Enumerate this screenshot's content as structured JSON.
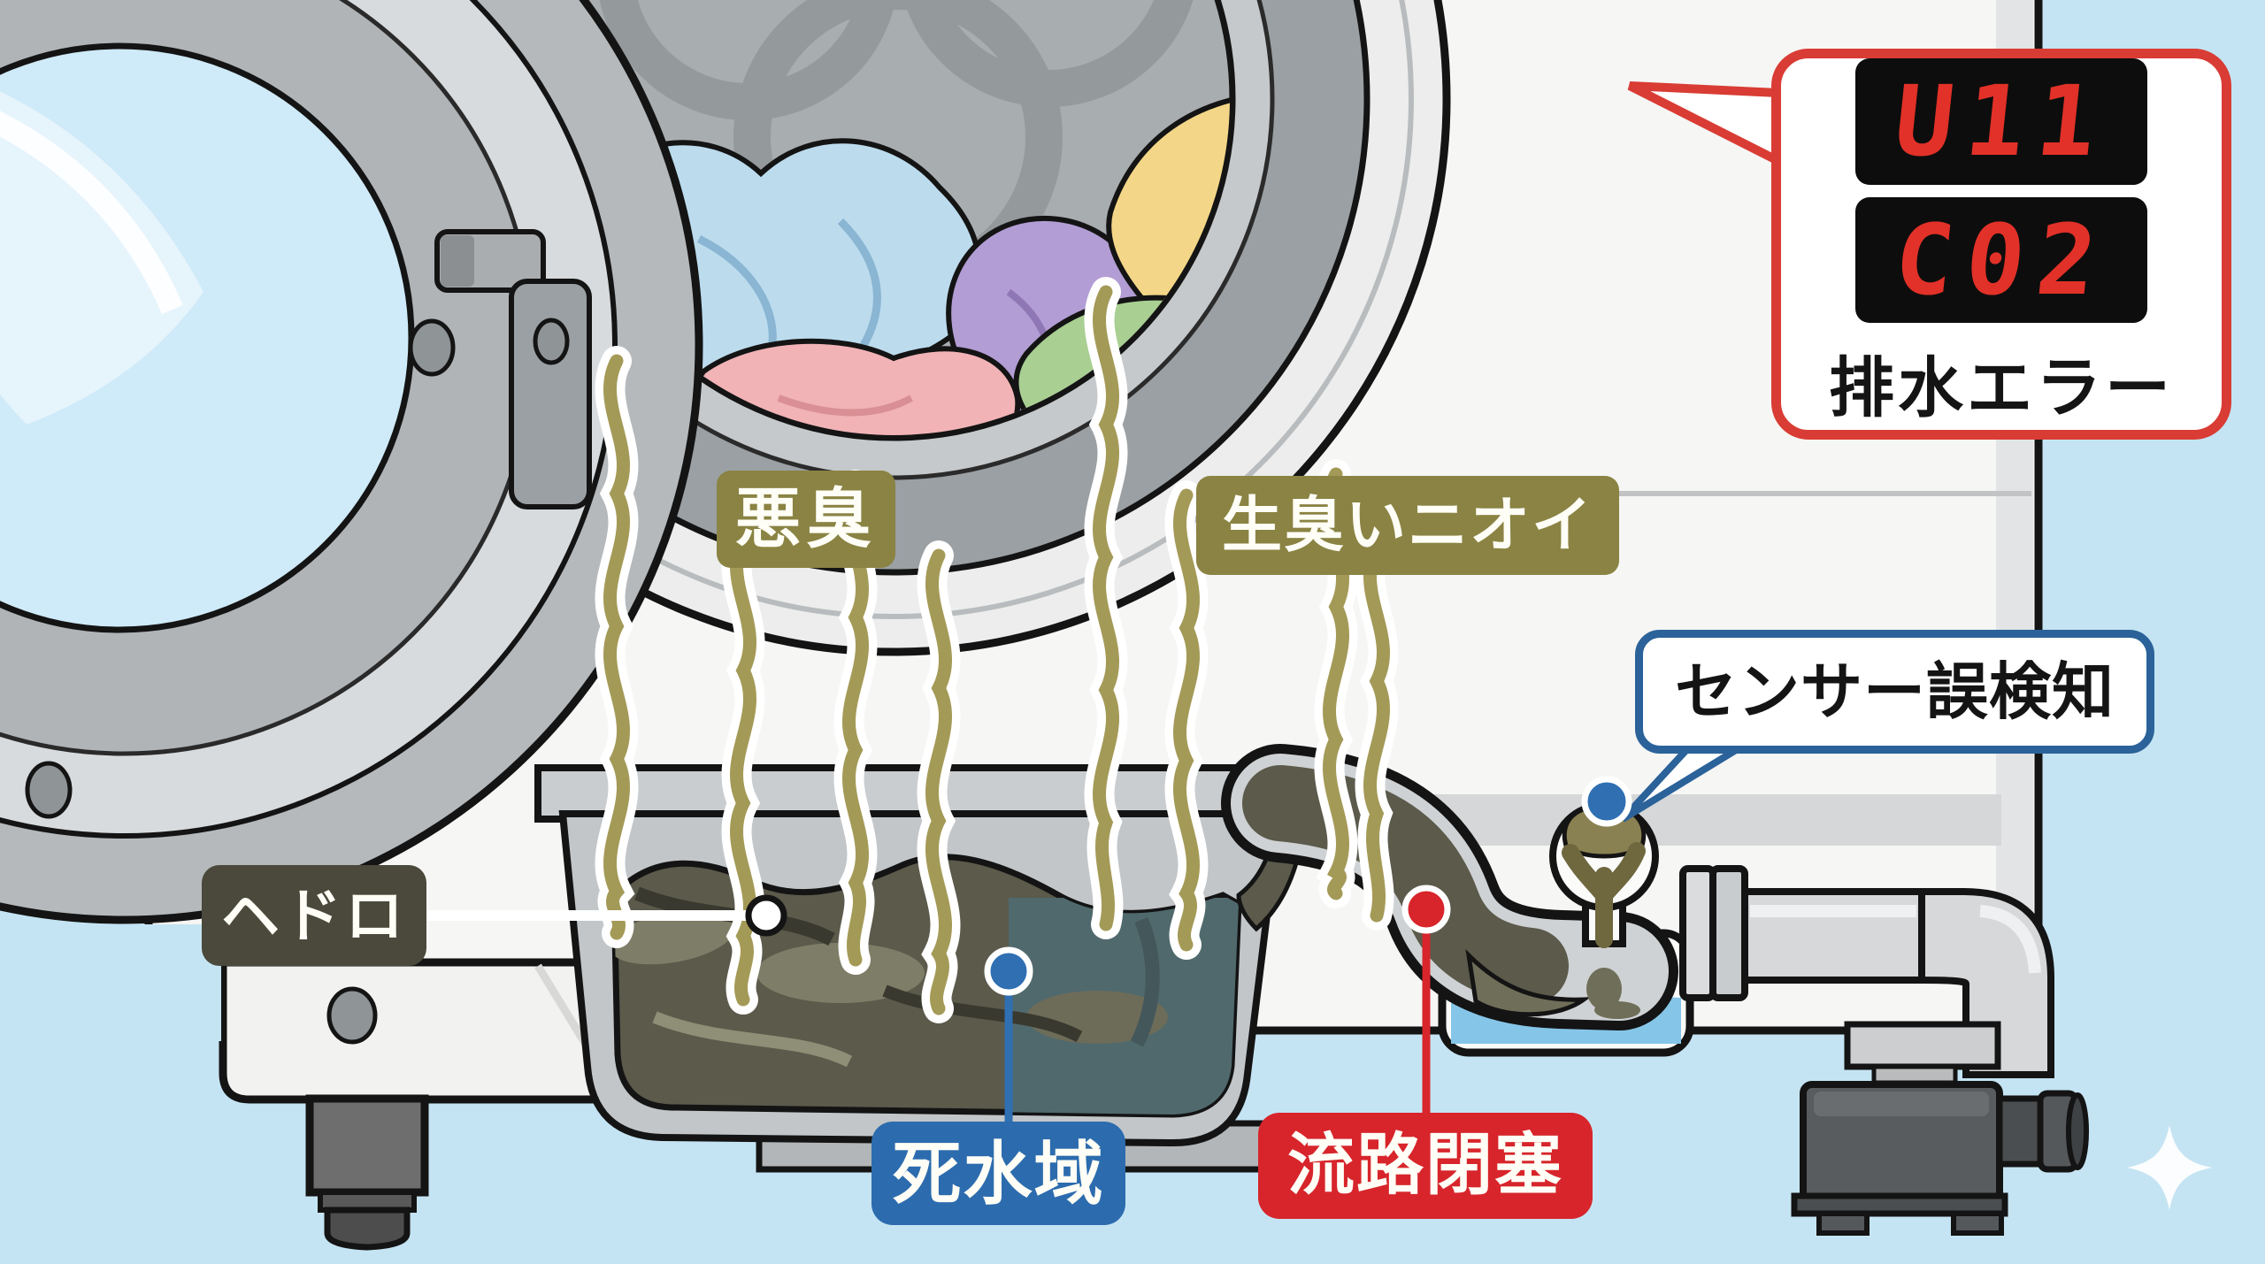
{
  "labels": {
    "odor": "悪臭",
    "fishy_smell": "生臭いニオイ",
    "sensor_false_detection": "センサー誤検知",
    "sludge": "ヘドロ",
    "dead_water_zone": "死水域",
    "flow_blockage": "流路閉塞"
  },
  "error_display": {
    "line1": "U11",
    "line2": "C02",
    "caption": "排水エラー"
  },
  "colors": {
    "background": "#c5e4f3",
    "machine_white": "#f6f6f4",
    "alert_red": "#d7252b",
    "callout_red_border": "#d93c34",
    "info_blue": "#2c6cae",
    "bubble_blue_border": "#2b6299",
    "odor_olive": "#8a8343",
    "sludge_label_olive": "#4a493b",
    "sludge_dark": "#5b5a4b",
    "dead_water_teal": "#50696d",
    "seg_display_red": "#e23128",
    "water_blue": "#85c6e8",
    "odor_wisp_olive": "#a49a57"
  }
}
